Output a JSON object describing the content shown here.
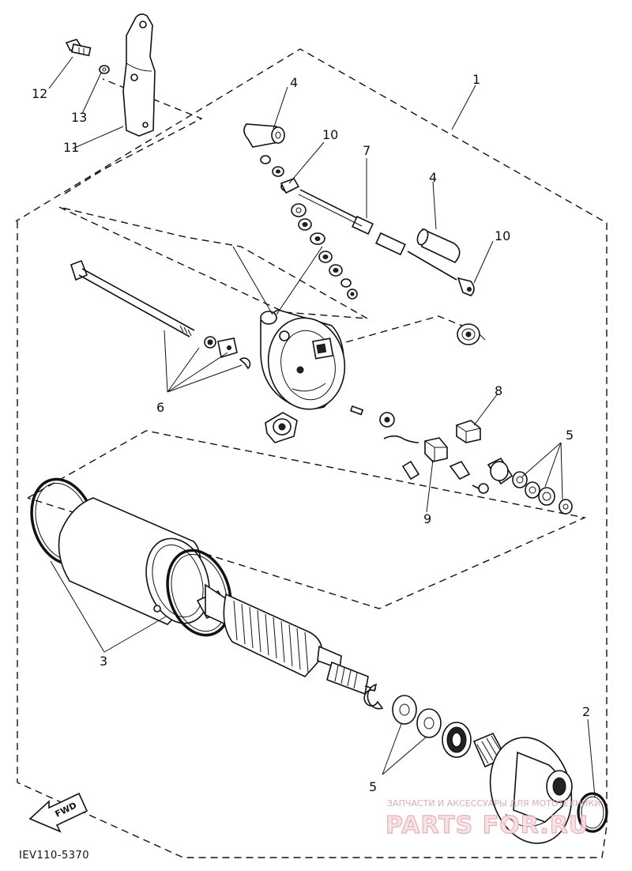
{
  "callouts": {
    "c1": "1",
    "c2": "2",
    "c3": "3",
    "c4a": "4",
    "c4b": "4",
    "c5a": "5",
    "c5b": "5",
    "c6": "6",
    "c7": "7",
    "c8": "8",
    "c9": "9",
    "c10a": "10",
    "c10b": "10",
    "c11": "11",
    "c12": "12",
    "c13": "13"
  },
  "fwd_label": "FWD",
  "diagram_code": "IEV110-5370",
  "watermark": {
    "caption": "ЗАПЧАСТИ И АКСЕССУАРЫ ДЛЯ МОТОТЕХНИКИ",
    "brand": "PARTS FOR.RU"
  }
}
